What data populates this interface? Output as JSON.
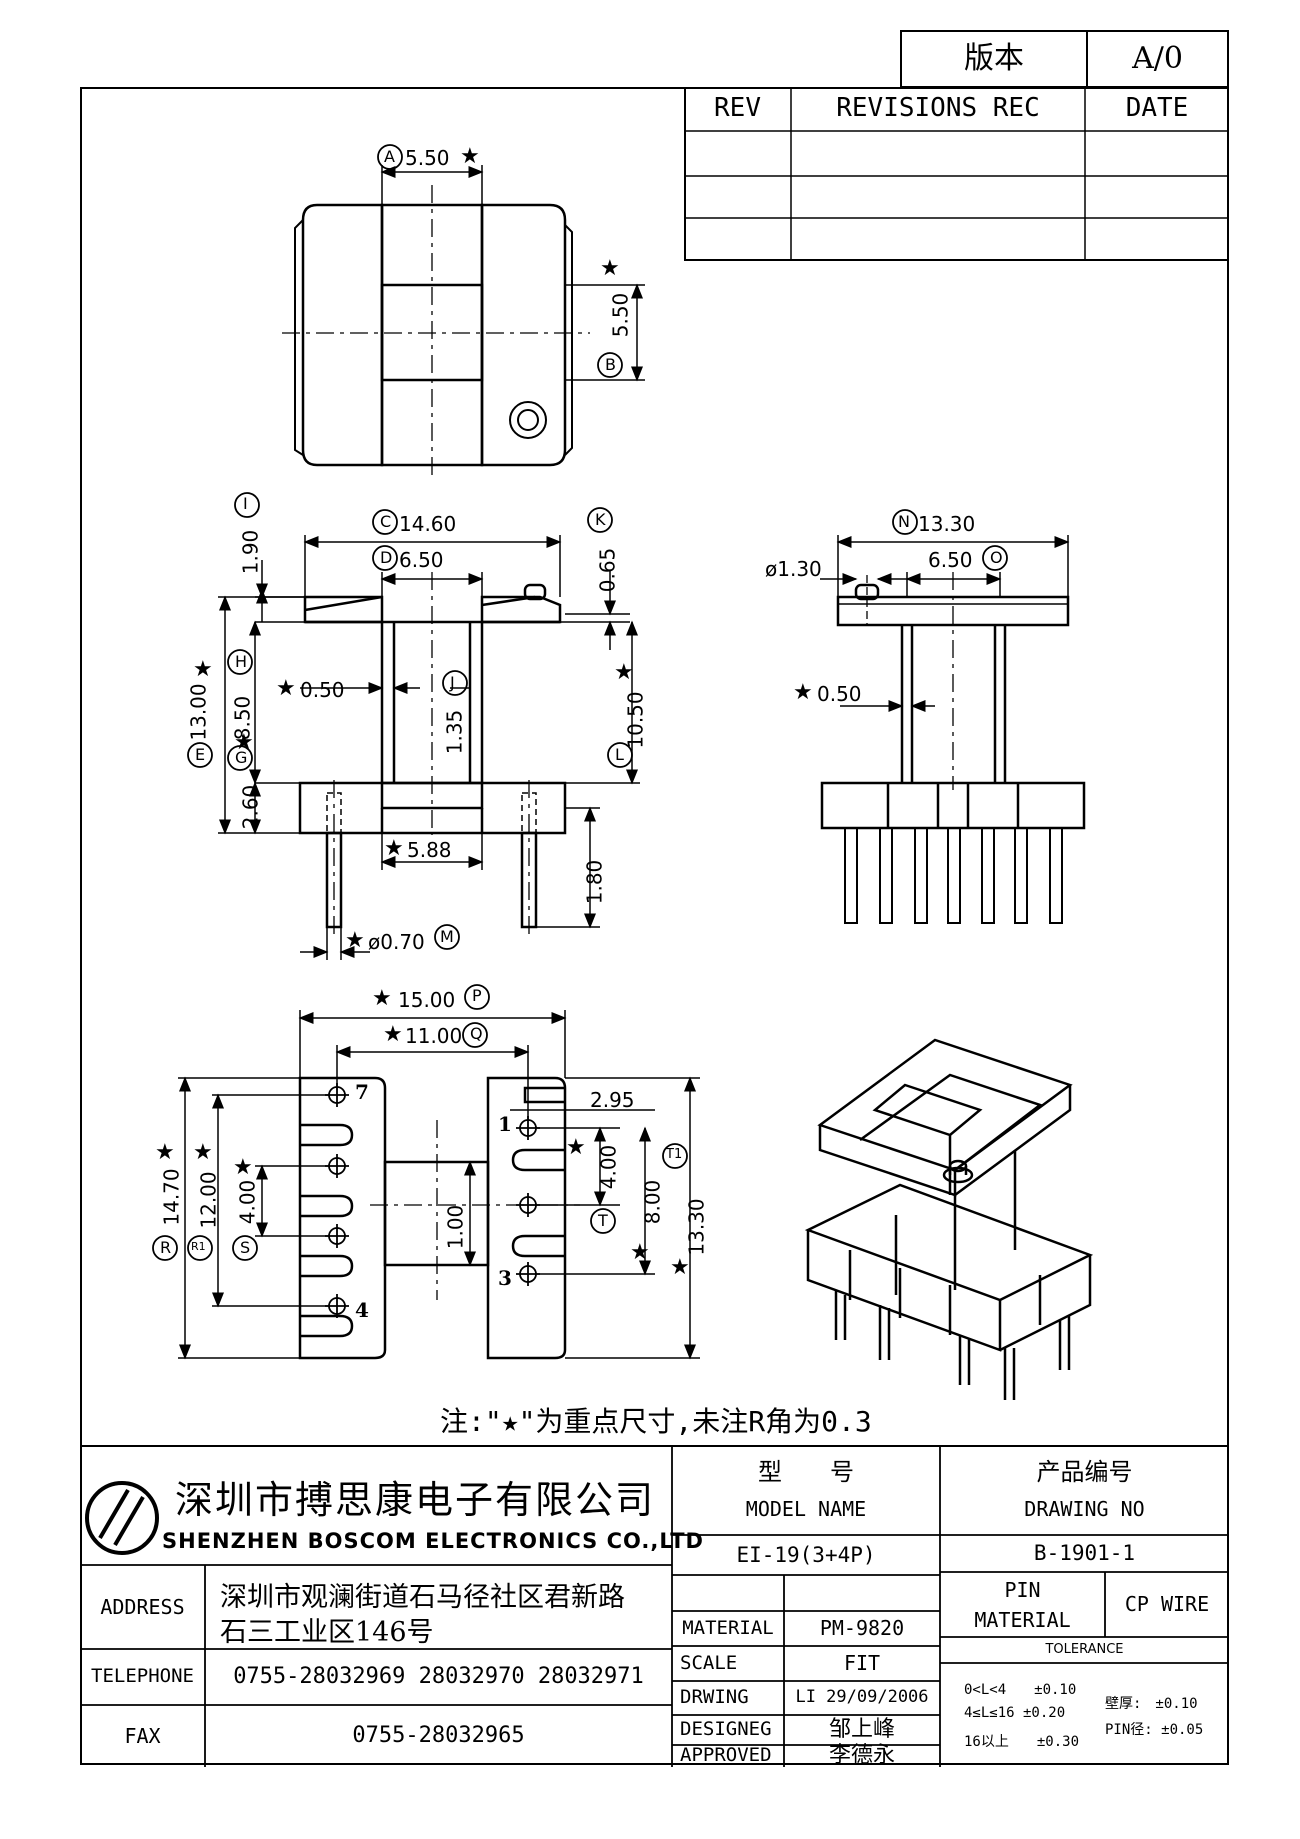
{
  "version_box": {
    "label": "版本",
    "value": "A/0"
  },
  "revisions": {
    "rev": "REV",
    "rec": "REVISIONS REC",
    "date": "DATE"
  },
  "dims": {
    "A": "A",
    "A_val": "5.50",
    "B": "B",
    "B_val": "5.50",
    "C": "C",
    "C_val": "14.60",
    "D": "D",
    "D_val": "6.50",
    "I": "I",
    "I_val": "1.90",
    "K": "K",
    "K_val": "0.65",
    "H": "H",
    "E": "E",
    "E_val": "13.00",
    "H_val": "8.50",
    "G": "G",
    "G_val": "2.60",
    "J": "J",
    "J_val": "1.35",
    "wall_val": "0.50",
    "L": "L",
    "L_val": "10.50",
    "base_val": "5.88",
    "M": "M",
    "pin_val": "ø0.70",
    "pinlen_val": "1.80",
    "N": "N",
    "N_val": "13.30",
    "O": "O",
    "O_val": "6.50",
    "post_val": "ø1.30",
    "side_wall_val": "0.50",
    "P": "P",
    "P_val": "15.00",
    "Q": "Q",
    "Q_val": "11.00",
    "R": "R",
    "R_val": "14.70",
    "R1": "R1",
    "R1_val": "12.00",
    "S": "S",
    "S_val": "4.00",
    "c100_val": "1.00",
    "d295_val": "2.95",
    "d400b_val": "4.00",
    "T": "T",
    "T_val": "8.00",
    "T1": "T1",
    "T1_val": "13.30",
    "pin1": "1",
    "pin3": "3",
    "pin4": "4",
    "pin7": "7",
    "star": "★"
  },
  "note": "注:\"★\"为重点尺寸,未注R角为0.3",
  "company": {
    "cn": "深圳市搏思康电子有限公司",
    "en": "SHENZHEN BOSCOM ELECTRONICS CO.,LTD"
  },
  "labels": {
    "address": "ADDRESS",
    "telephone": "TELEPHONE",
    "fax": "FAX"
  },
  "address": {
    "line1": "深圳市观澜街道石马径社区君新路",
    "line2": "石三工业区146号"
  },
  "telephone": "0755-28032969 28032970 28032971",
  "fax": "0755-28032965",
  "model": {
    "cn": "型　　号",
    "en": "MODEL NAME",
    "value": "EI-19(3+4P)"
  },
  "drawing": {
    "cn": "产品编号",
    "en": "DRAWING NO",
    "value": "B-1901-1"
  },
  "material": {
    "label": "MATERIAL",
    "value": "PM-9820"
  },
  "scale": {
    "label": "SCALE",
    "value": "FIT"
  },
  "drwing": {
    "label": "DRWING",
    "value": "LI 29/09/2006"
  },
  "designeg": {
    "label": "DESIGNEG",
    "value": "邹上峰"
  },
  "approved": {
    "label": "APPROVED",
    "value": "李德永"
  },
  "pin_material": {
    "label1": "PIN",
    "label2": "MATERIAL",
    "value": "CP WIRE"
  },
  "tolerance": {
    "title": "TOLERANCE",
    "r1": "0<L<4　　±0.10",
    "r2": "4≤L≤16 ±0.20",
    "r3": "16以上　　±0.30",
    "wall": "壁厚:　±0.10",
    "pin": "PIN径: ±0.05"
  }
}
